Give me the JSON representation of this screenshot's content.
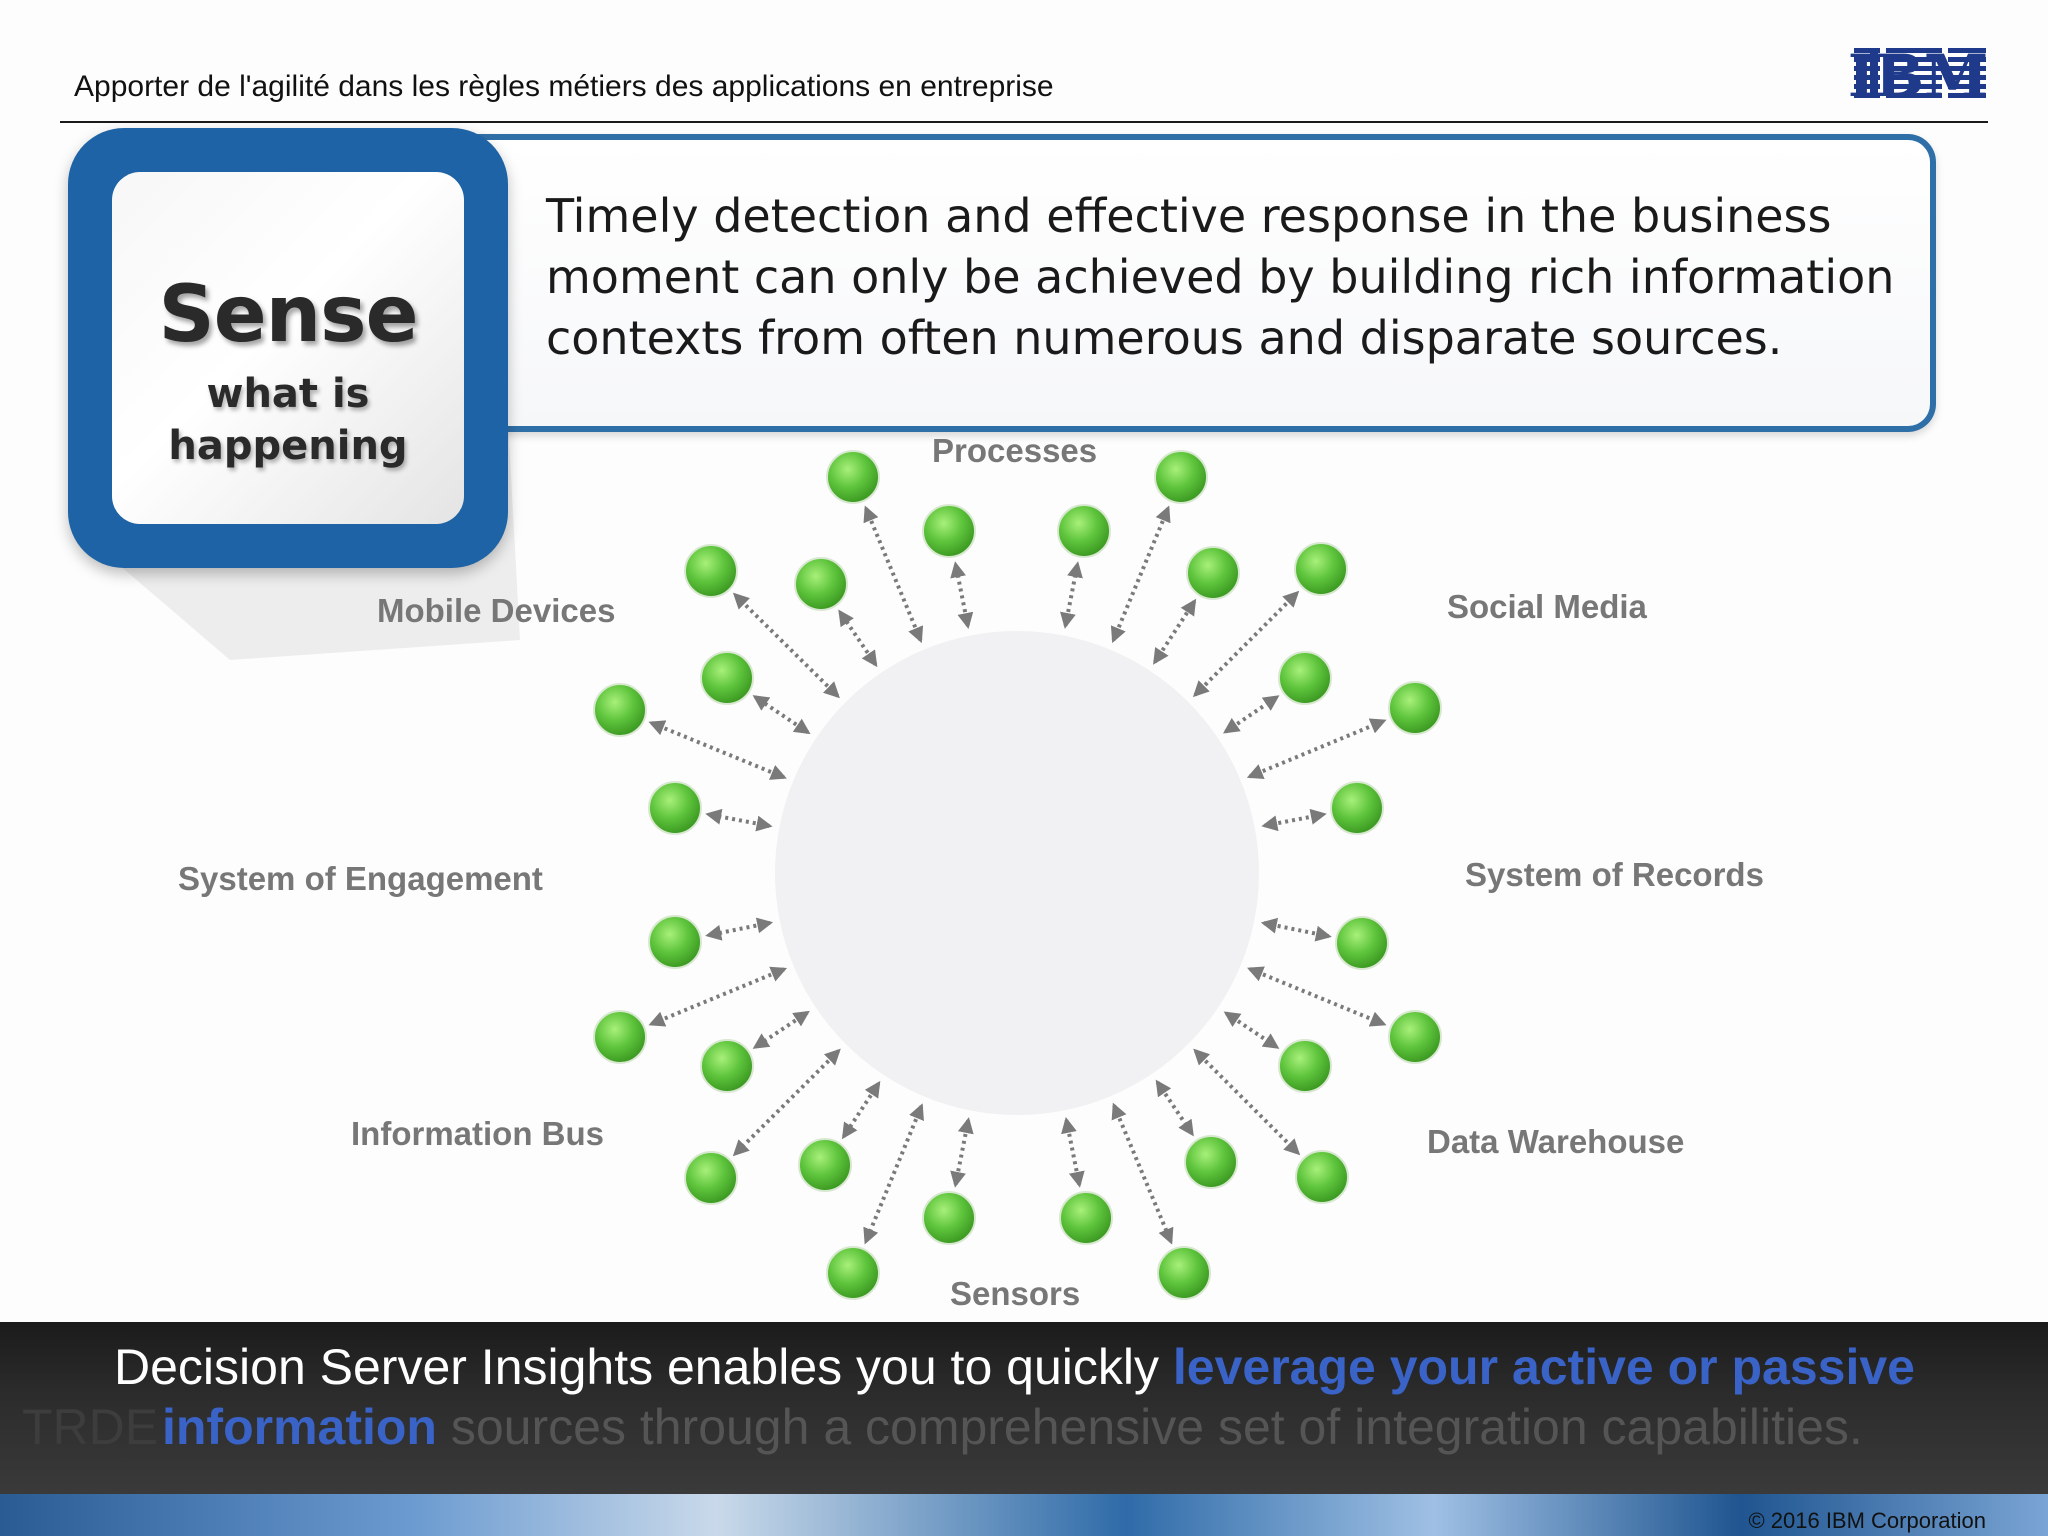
{
  "header": {
    "title": "Apporter de l'agilité dans les règles métiers des applications en entreprise",
    "logo": "IBM"
  },
  "sense": {
    "word": "Sense",
    "line1": "what is",
    "line2": "happening"
  },
  "callout": {
    "line1": "Timely detection and effective response in the business",
    "line2": "moment can only be achieved by building rich information",
    "line3": "contexts from often numerous and disparate sources."
  },
  "categories": {
    "processes": "Processes",
    "social_media": "Social Media",
    "mobile_devices": "Mobile Devices",
    "system_of_engagement": "System of Engagement",
    "system_of_records": "System of Records",
    "information_bus": "Information Bus",
    "data_warehouse": "Data Warehouse",
    "sensors": "Sensors"
  },
  "caption": {
    "line1_plain": "Decision Server Insights enables you to quickly ",
    "line1_highlight": "leverage your active or passive",
    "line2_highlight": "information",
    "line2_plain": " sources through a comprehensive set of integration capabilities.",
    "ghost": "TRDE"
  },
  "footer": {
    "copyright": "© 2016 IBM Corporation"
  },
  "colors": {
    "accent_blue": "#1e63a5",
    "node_green": "#5ec43c",
    "highlight_blue": "#3a63c8"
  }
}
